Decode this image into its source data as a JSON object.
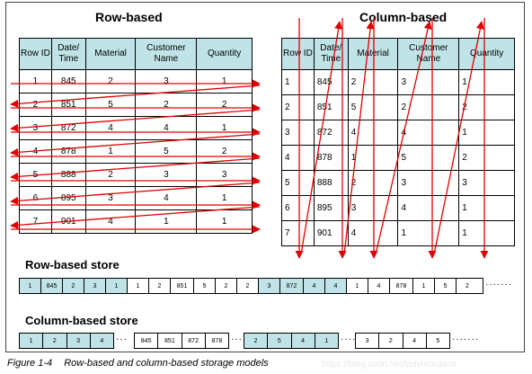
{
  "row_title": "Row-based",
  "col_title": "Column-based",
  "headers": [
    "Row ID",
    "Date/ Time",
    "Material",
    "Customer Name",
    "Quantity"
  ],
  "rows": [
    [
      "1",
      "845",
      "2",
      "3",
      "1"
    ],
    [
      "2",
      "851",
      "5",
      "2",
      "2"
    ],
    [
      "3",
      "872",
      "4",
      "4",
      "1"
    ],
    [
      "4",
      "878",
      "1",
      "5",
      "2"
    ],
    [
      "5",
      "888",
      "2",
      "3",
      "3"
    ],
    [
      "6",
      "895",
      "3",
      "4",
      "1"
    ],
    [
      "7",
      "901",
      "4",
      "1",
      "1"
    ]
  ],
  "row_store": {
    "title": "Row-based store",
    "groups": [
      [
        "1",
        "845",
        "2",
        "3",
        "1"
      ],
      [
        "1",
        "2",
        "851",
        "5",
        "2",
        "2"
      ],
      [
        "3",
        "872",
        "4",
        "4"
      ],
      [
        "1",
        "4",
        "878",
        "1",
        "5",
        "2"
      ]
    ]
  },
  "col_store": {
    "title": "Column-based store",
    "groups": [
      [
        "1",
        "2",
        "3",
        "4"
      ],
      [
        "845",
        "851",
        "872",
        "878"
      ],
      [
        "2",
        "5",
        "4",
        "1"
      ],
      [
        "3",
        "2",
        "4",
        "5"
      ]
    ]
  },
  "caption": {
    "figure": "Figure 1-4",
    "text": "Row-based and column-based storage models"
  },
  "watermark": "https://blog.csdn.net/ladymorgana",
  "colors": {
    "arrow": "#e00000",
    "highlight": "#bfe3e6"
  }
}
